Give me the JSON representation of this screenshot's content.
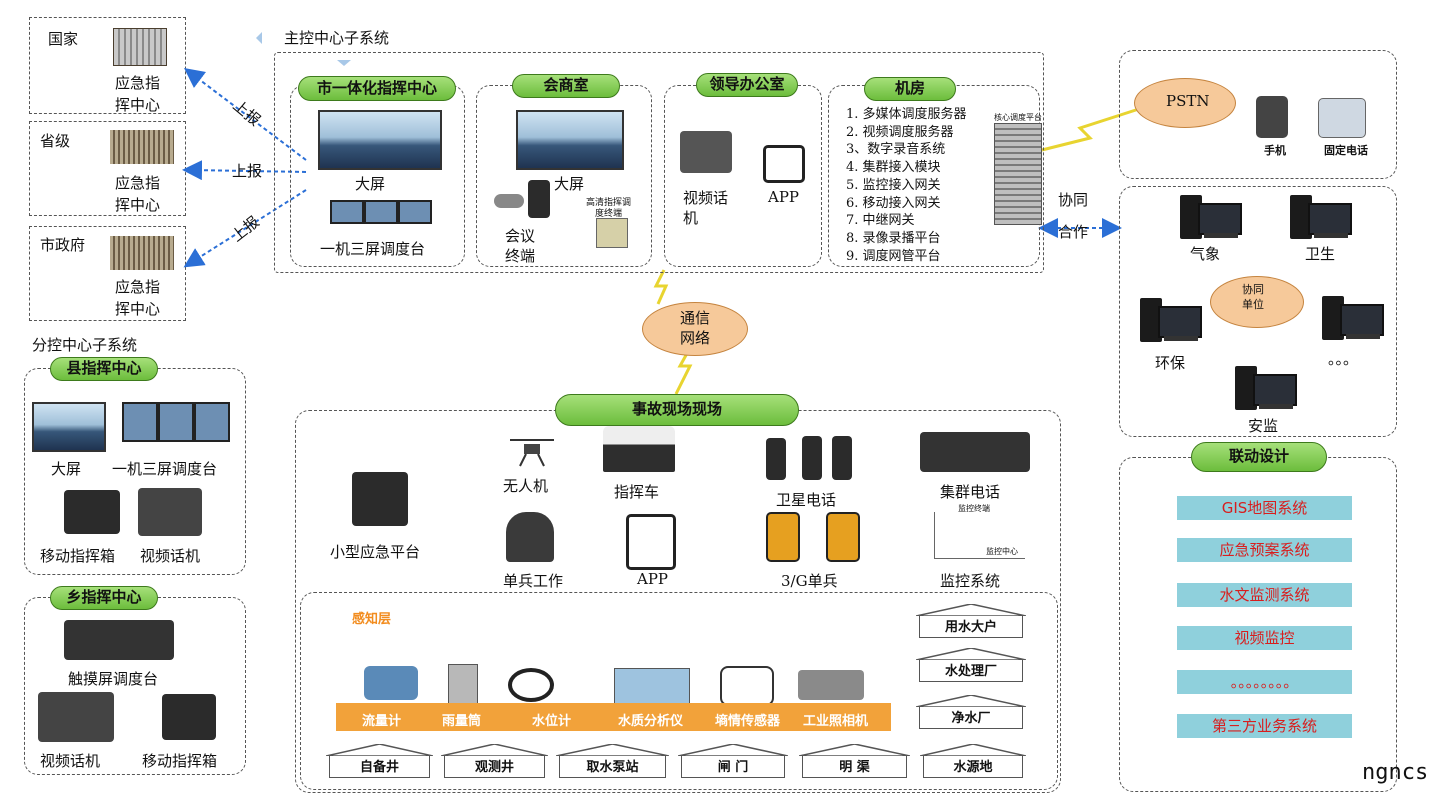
{
  "left_top": {
    "country": {
      "label": "国家",
      "center": "应急指\n挥中心"
    },
    "province": {
      "label": "省级",
      "center": "应急指\n挥中心"
    },
    "city": {
      "label": "市政府",
      "center": "应急指\n挥中心"
    },
    "report_label": "上报"
  },
  "main_center": {
    "title": "主控中心子系统",
    "city_hub": {
      "title": "市一体化指挥中心",
      "screen": "大屏",
      "platform": "一机三屏调度台"
    },
    "meeting": {
      "title": "会商室",
      "screen": "大屏",
      "terminal": "会议\n终端",
      "hd_terminal": "高清指挥调\n度终端"
    },
    "leader": {
      "title": "领导办公室",
      "video_phone": "视频话\n机",
      "app": "APP"
    },
    "machine_room": {
      "title": "机房",
      "rack_label": "核心调度平台",
      "items": [
        "1. 多媒体调度服务器",
        "2. 视频调度服务器",
        "3、数字录音系统",
        "4. 集群接入模块",
        "5. 监控接入网关",
        "6. 移动接入网关",
        "7. 中继网关",
        "8. 录像录播平台",
        "9. 调度网管平台"
      ]
    }
  },
  "sub_center": {
    "title": "分控中心子系统",
    "county": {
      "title": "县指挥中心",
      "screen": "大屏",
      "platform": "一机三屏调度台",
      "mobile_box": "移动指挥箱",
      "video_phone": "视频话机"
    },
    "town": {
      "title": "乡指挥中心",
      "touch": "触摸屏调度台",
      "video_phone": "视频话机",
      "mobile_box": "移动指挥箱"
    }
  },
  "network": {
    "cloud": "通信\n网络"
  },
  "site": {
    "title": "事故现场现场",
    "items": {
      "small_platform": "小型应急平台",
      "drone": "无人机",
      "command_car": "指挥车",
      "sat_phone": "卫星电话",
      "trunk_phone": "集群电话",
      "soldier": "单兵工作",
      "app": "APP",
      "g3_soldier": "3/G单兵",
      "monitor": "监控系统",
      "monitor_term": "监控终端",
      "monitor_center": "监控中心"
    },
    "sensing": {
      "title": "感知层",
      "sensors": [
        "流量计",
        "雨量筒",
        "水位计",
        "水质分析仪",
        "墒情传感器",
        "工业照相机"
      ],
      "wells": [
        "自备井",
        "观测井",
        "取水泵站",
        "闸 门",
        "明 渠",
        "水源地"
      ],
      "right": [
        "用水大户",
        "水处理厂",
        "净水厂"
      ]
    }
  },
  "right": {
    "pstn": "PSTN",
    "mobile": "手机",
    "landline": "固定电话",
    "cooperate": "协同\n\n合作",
    "coop_unit": "协同\n单位",
    "units": [
      "气象",
      "卫生",
      "环保",
      "。。。",
      "安监"
    ],
    "linkage": {
      "title": "联动设计",
      "items": [
        "GIS地图系统",
        "应急预案系统",
        "水文监测系统",
        "视频监控",
        "。。。。。。。。",
        "第三方业务系统"
      ]
    }
  },
  "watermark": "ngncs"
}
